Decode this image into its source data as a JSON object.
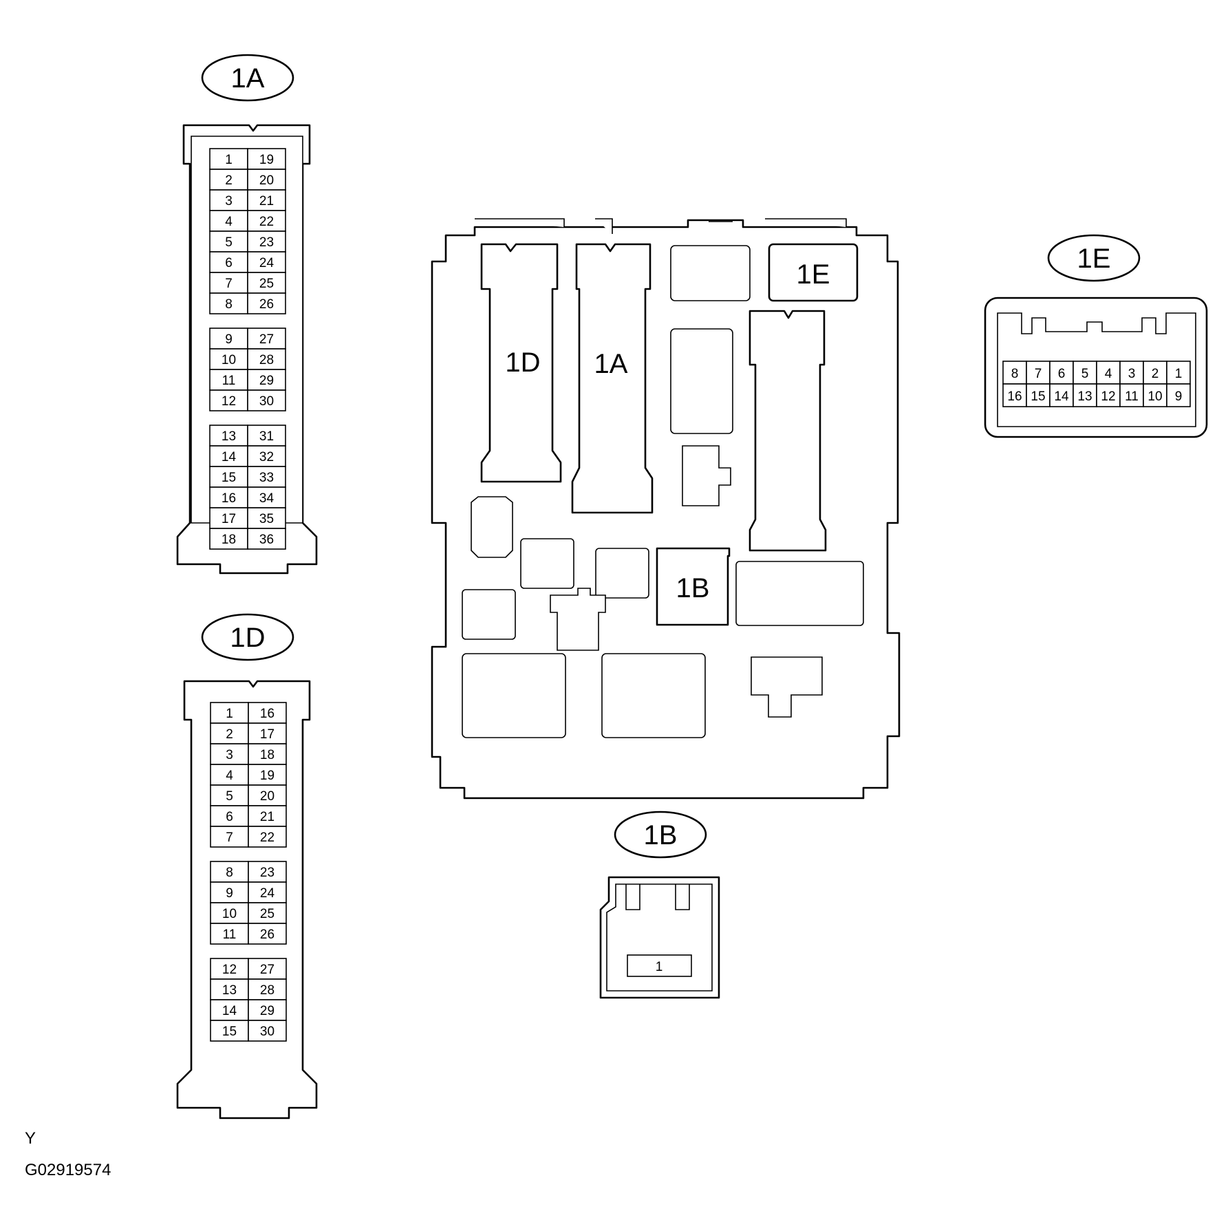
{
  "labels": {
    "c1a": "1A",
    "c1d": "1D",
    "c1b": "1B",
    "c1e": "1E",
    "box_1d": "1D",
    "box_1a": "1A",
    "box_1e": "1E",
    "box_1b": "1B"
  },
  "connector_1a": {
    "groups": [
      [
        [
          "1",
          "19"
        ],
        [
          "2",
          "20"
        ],
        [
          "3",
          "21"
        ],
        [
          "4",
          "22"
        ],
        [
          "5",
          "23"
        ],
        [
          "6",
          "24"
        ],
        [
          "7",
          "25"
        ],
        [
          "8",
          "26"
        ]
      ],
      [
        [
          "9",
          "27"
        ],
        [
          "10",
          "28"
        ],
        [
          "11",
          "29"
        ],
        [
          "12",
          "30"
        ]
      ],
      [
        [
          "13",
          "31"
        ],
        [
          "14",
          "32"
        ],
        [
          "15",
          "33"
        ],
        [
          "16",
          "34"
        ],
        [
          "17",
          "35"
        ],
        [
          "18",
          "36"
        ]
      ]
    ]
  },
  "connector_1d": {
    "groups": [
      [
        [
          "1",
          "16"
        ],
        [
          "2",
          "17"
        ],
        [
          "3",
          "18"
        ],
        [
          "4",
          "19"
        ],
        [
          "5",
          "20"
        ],
        [
          "6",
          "21"
        ],
        [
          "7",
          "22"
        ]
      ],
      [
        [
          "8",
          "23"
        ],
        [
          "9",
          "24"
        ],
        [
          "10",
          "25"
        ],
        [
          "11",
          "26"
        ]
      ],
      [
        [
          "12",
          "27"
        ],
        [
          "13",
          "28"
        ],
        [
          "14",
          "29"
        ],
        [
          "15",
          "30"
        ]
      ]
    ]
  },
  "connector_1e": {
    "rows": [
      [
        "8",
        "7",
        "6",
        "5",
        "4",
        "3",
        "2",
        "1"
      ],
      [
        "16",
        "15",
        "14",
        "13",
        "12",
        "11",
        "10",
        "9"
      ]
    ]
  },
  "connector_1b": {
    "pins": [
      "1"
    ]
  },
  "footer": {
    "view_code": "Y",
    "figure_id": "G02919574"
  }
}
